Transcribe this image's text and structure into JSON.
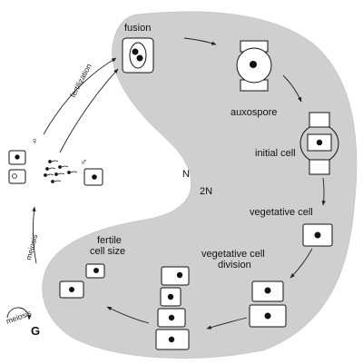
{
  "labels": {
    "fusion": "fusion",
    "auxospore": "auxospore",
    "initial_cell": "initial cell",
    "vegetative_cell": "vegetative cell",
    "vegetative_cell_division_line1": "vegetative cell",
    "vegetative_cell_division_line2": "division",
    "fertile_cell_size_line1": "fertile",
    "fertile_cell_size_line2": "cell size",
    "fertilization": "fertilization",
    "meiosis_arrow": "meiosis",
    "meiosis_corner": "meiosis",
    "haploid": "N",
    "diploid": "2N",
    "g_phase": "G"
  },
  "symbols": {
    "female": "♀",
    "male": "♂"
  },
  "colors": {
    "diploid_region": "#cfcfcf",
    "outline": "#111111"
  }
}
